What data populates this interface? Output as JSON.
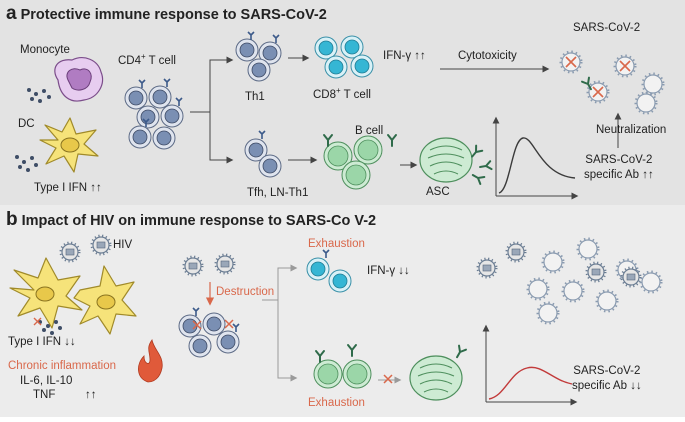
{
  "panel_a": {
    "letter": "a",
    "title": "Protective immune response to SARS-CoV-2",
    "monocyte": "Monocyte",
    "dc": "DC",
    "cd4_pre": "CD4",
    "cd4_sup": "+",
    "cd4_post": " T cell",
    "th1": "Th1",
    "cd8_pre": "CD8",
    "cd8_sup": "+",
    "cd8_post": " T cell",
    "ifn_gamma": "IFN-γ ↑↑",
    "cytotoxicity": "Cytotoxicity",
    "sars": "SARS-CoV-2",
    "neutralization": "Neutralization",
    "b_cell": "B cell",
    "tfh": "Tfh, LN-Th1",
    "asc": "ASC",
    "specific_ab_1": "SARS-CoV-2",
    "specific_ab_2": "specific Ab",
    "specific_ab_arrow": "↑↑",
    "type1_ifn": "Type I IFN ↑↑"
  },
  "panel_b": {
    "letter": "b",
    "title": "Impact of HIV on immune response to SARS-Co V-2",
    "hiv": "HIV",
    "type1_ifn": "Type I IFN ↓↓",
    "chronic_inflammation": "Chronic inflammation",
    "cytokines_1": "IL-6, IL-10",
    "cytokines_2": "TNF",
    "cytokines_arrow": "↑↑",
    "destruction": "Destruction",
    "exhaustion_top": "Exhaustion",
    "ifn_gamma": "IFN-γ ↓↓",
    "exhaustion_bottom": "Exhaustion",
    "specific_ab_1": "SARS-CoV-2",
    "specific_ab_2": "specific Ab",
    "specific_ab_arrow": "↓↓"
  },
  "colors": {
    "panel_a_bg": "#e3e3e3",
    "panel_b_bg": "#ececec",
    "t_cell": "#7a8fb3",
    "cd8": "#35b6d4",
    "b_cell": "#9bd6a8",
    "monocyte": "#c99bd6",
    "dc": "#f6e37a",
    "alert_red": "#d9684b",
    "curve_a": "#3b3b3b",
    "curve_b": "#c23a3a"
  }
}
